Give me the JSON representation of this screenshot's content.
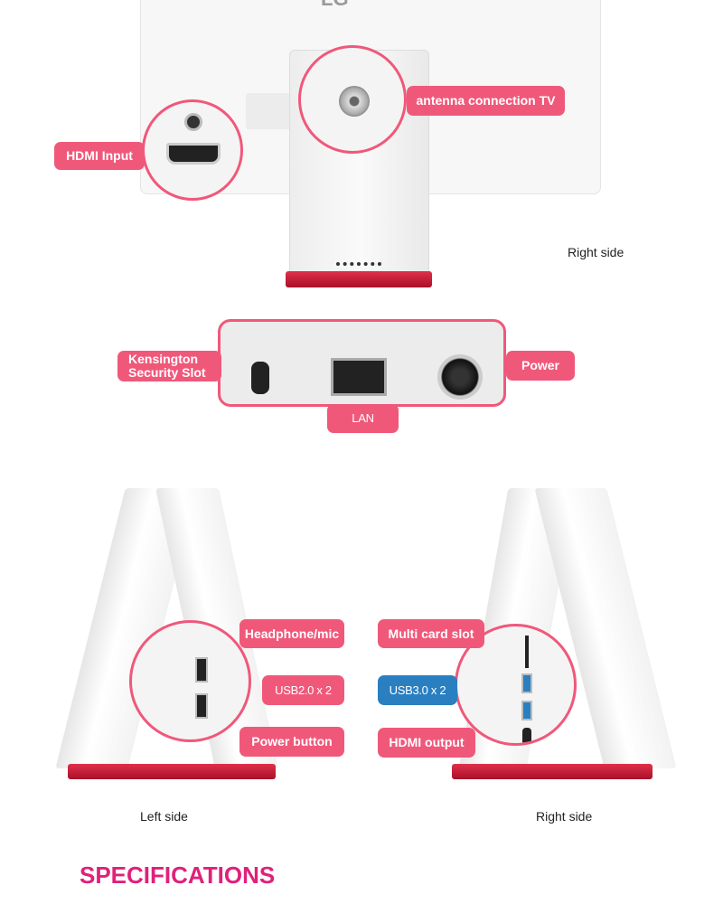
{
  "top": {
    "logo": "LG",
    "labels": {
      "hdmi_input": "HDMI Input",
      "antenna": "antenna connection TV"
    },
    "caption": "Right side"
  },
  "panel": {
    "labels": {
      "kensington": "Kensington Security Slot",
      "power": "Power",
      "lan": "LAN"
    }
  },
  "sides": {
    "left": {
      "caption": "Left side",
      "labels": [
        "Headphone/mic",
        "USB2.0 x 2",
        "Power button"
      ]
    },
    "right": {
      "caption": "Right side",
      "labels": [
        "Multi card slot",
        "USB3.0 x 2",
        "HDMI output"
      ]
    }
  },
  "heading": "SPECIFICATIONS",
  "colors": {
    "accent": "#f0587a",
    "usb3": "#2a7fc1",
    "heading": "#e0207a",
    "base": "#c81a36"
  }
}
